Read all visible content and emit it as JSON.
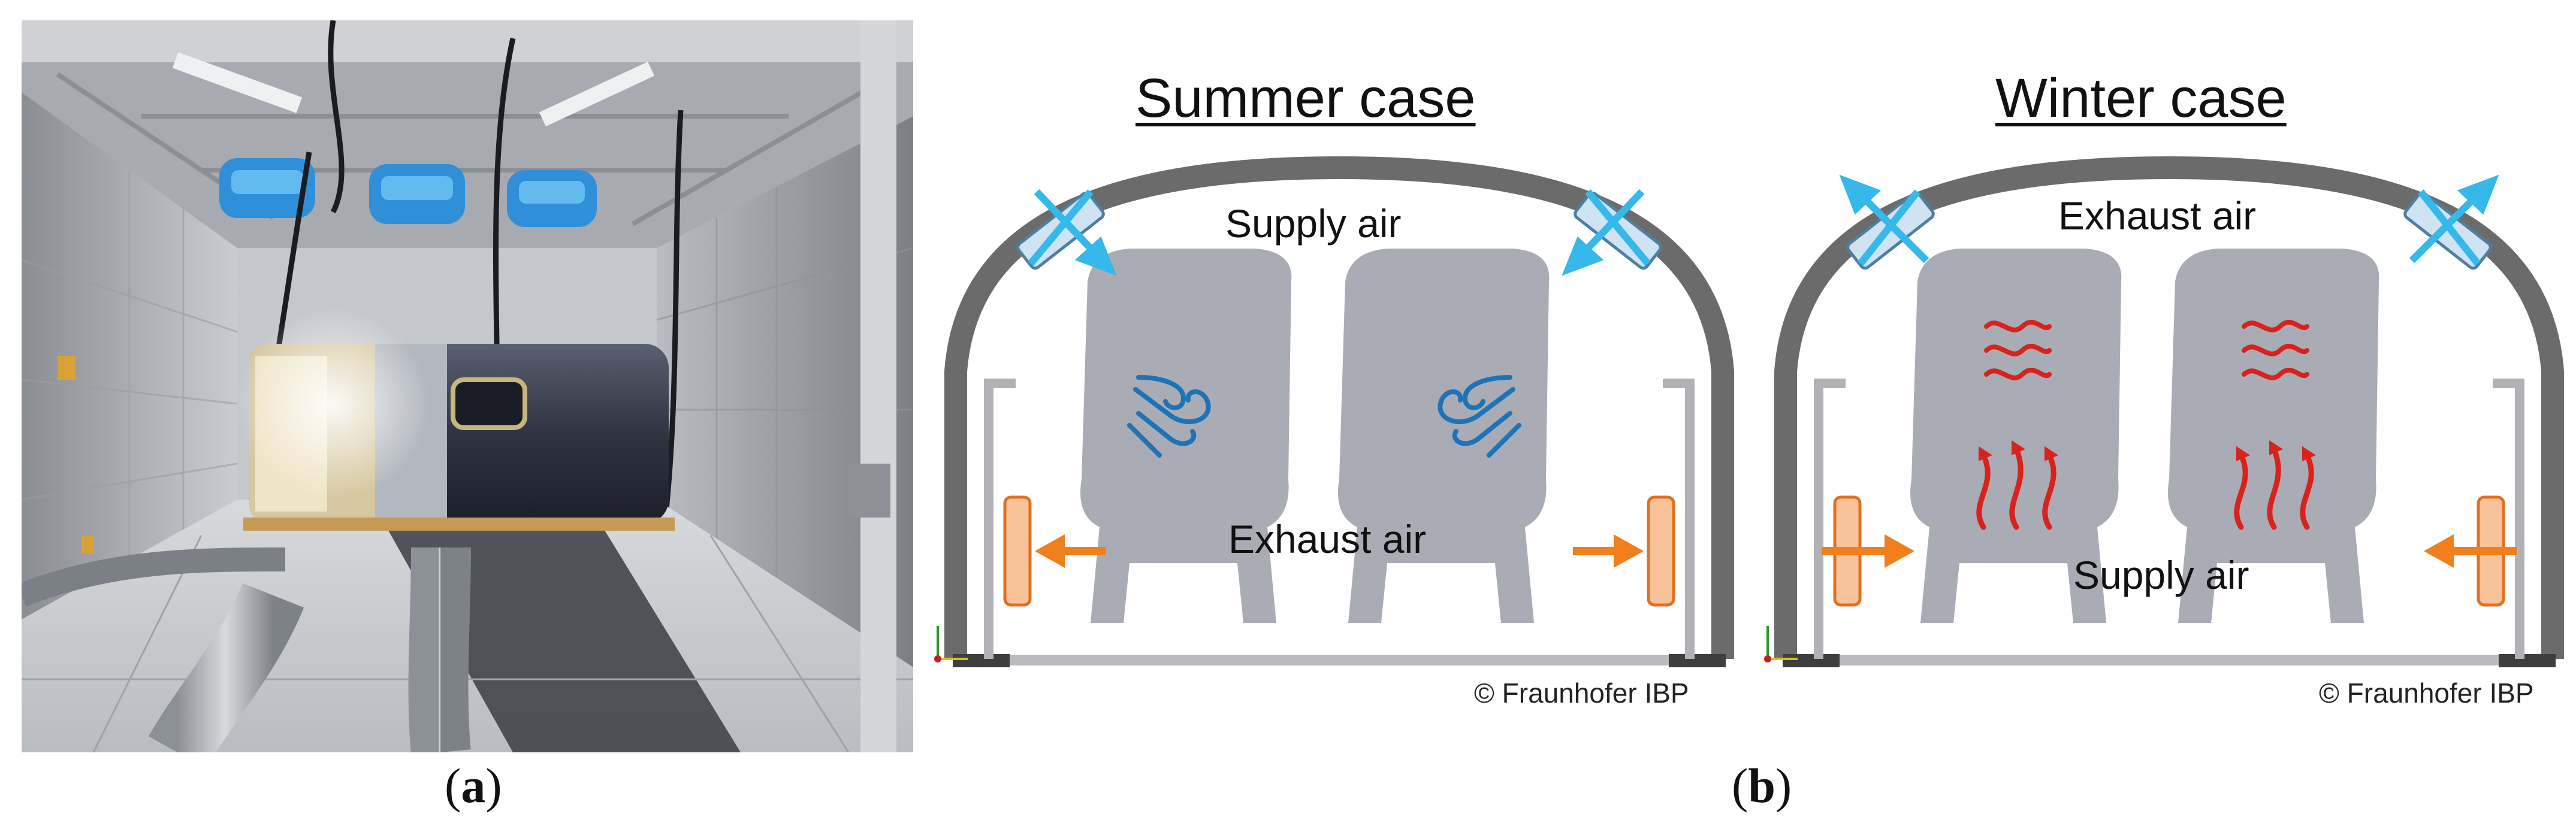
{
  "captions": {
    "a": "a",
    "b": "b"
  },
  "summer": {
    "title": "Summer case",
    "top_label": "Supply air",
    "bottom_label": "Exhaust air",
    "copyright": "© Fraunhofer IBP",
    "top_flow": "inward",
    "side_flow": "outward",
    "seat_icon": "wind-icon"
  },
  "winter": {
    "title": "Winter case",
    "top_label": "Exhaust air",
    "bottom_label": "Supply air",
    "copyright": "© Fraunhofer IBP",
    "top_flow": "outward",
    "side_flow": "inward",
    "seat_icon": "heat-icon"
  },
  "colors": {
    "fuselage": "#6b6b6b",
    "seat": "#a9acb4",
    "top_arrow": "#35b8ea",
    "side_arrow": "#f07f1c",
    "wind_icon": "#1e73b6",
    "heat_icon": "#d8221c"
  }
}
